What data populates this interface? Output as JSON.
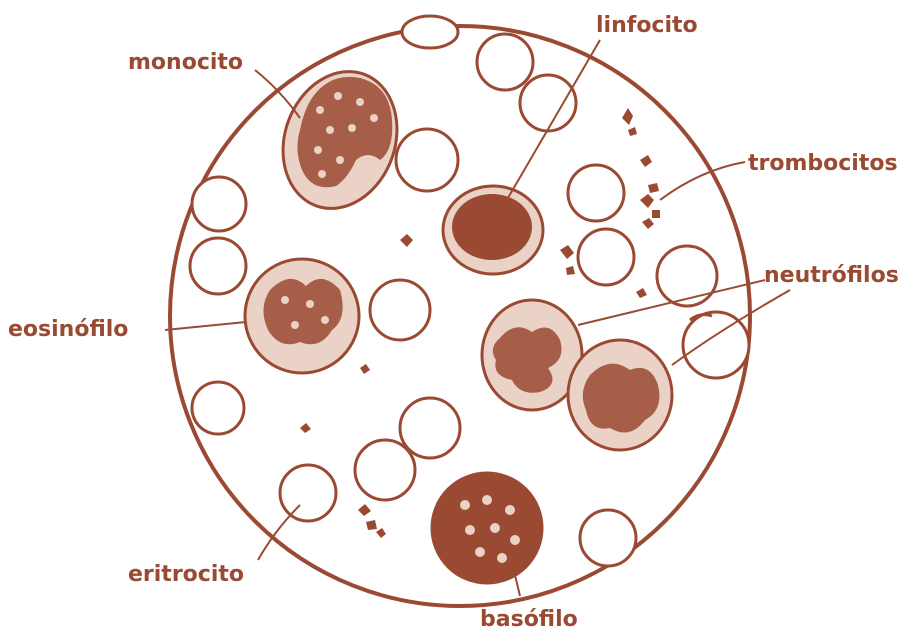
{
  "diagram": {
    "labels": {
      "monocito": "monocito",
      "linfocito": "linfocito",
      "trombocitos": "trombocitos",
      "neutrofilos": "neutrófilos",
      "eosinofilo": "eosinófilo",
      "eritrocito": "eritrocito",
      "basofilo": "basófilo"
    },
    "colors": {
      "ink": "#9a4a32",
      "cell_fill": "#ead2c6",
      "background": "#ffffff"
    }
  }
}
